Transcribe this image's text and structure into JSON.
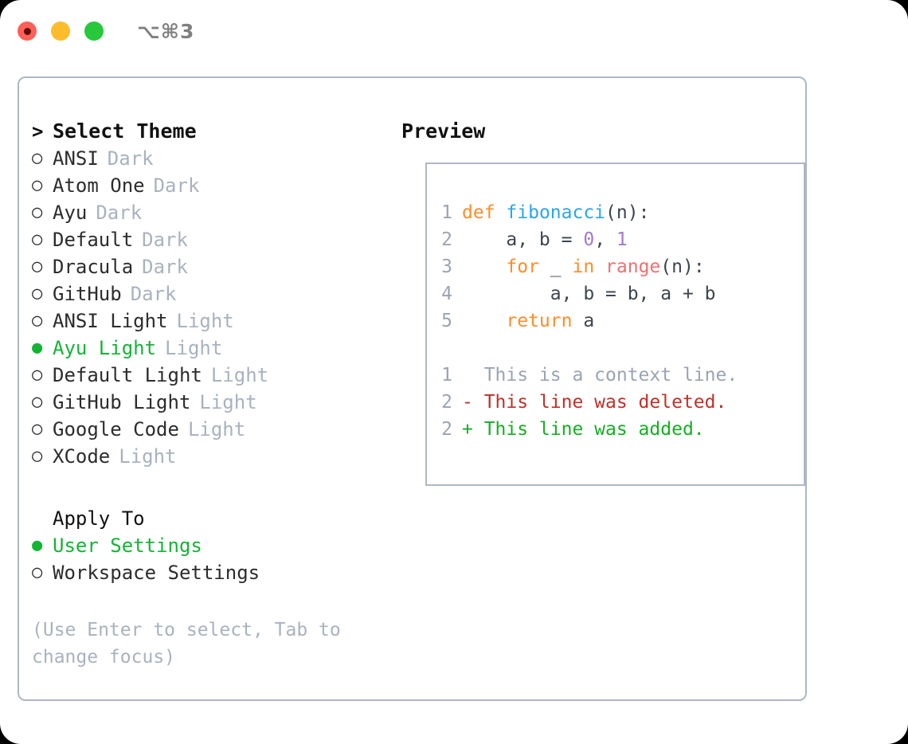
{
  "window": {
    "title_shortcut": "⌥⌘3",
    "traffic_lights": [
      {
        "name": "close",
        "color": "#fd6058"
      },
      {
        "name": "minimize",
        "color": "#fdbc2c"
      },
      {
        "name": "maximize",
        "color": "#28c83c"
      }
    ]
  },
  "theme_picker": {
    "caret": ">",
    "heading": "Select Theme",
    "bullet_selected": "●",
    "bullet_unselected": "○",
    "items": [
      {
        "name": "ANSI",
        "kind": "Dark",
        "selected": false
      },
      {
        "name": "Atom One",
        "kind": "Dark",
        "selected": false
      },
      {
        "name": "Ayu",
        "kind": "Dark",
        "selected": false
      },
      {
        "name": "Default",
        "kind": "Dark",
        "selected": false
      },
      {
        "name": "Dracula",
        "kind": "Dark",
        "selected": false
      },
      {
        "name": "GitHub",
        "kind": "Dark",
        "selected": false
      },
      {
        "name": "ANSI Light",
        "kind": "Light",
        "selected": false
      },
      {
        "name": "Ayu Light",
        "kind": "Light",
        "selected": true
      },
      {
        "name": "Default Light",
        "kind": "Light",
        "selected": false
      },
      {
        "name": "GitHub Light",
        "kind": "Light",
        "selected": false
      },
      {
        "name": "Google Code",
        "kind": "Light",
        "selected": false
      },
      {
        "name": "XCode",
        "kind": "Light",
        "selected": false
      }
    ]
  },
  "apply_to": {
    "heading": "Apply To",
    "items": [
      {
        "name": "User Settings",
        "selected": true
      },
      {
        "name": "Workspace Settings",
        "selected": false
      }
    ]
  },
  "hint": "(Use Enter to select, Tab to change focus)",
  "preview": {
    "title": "Preview",
    "code_lines": [
      {
        "ln": "1",
        "tokens": [
          {
            "t": "def",
            "c": "kw"
          },
          {
            "t": " ",
            "c": "pl"
          },
          {
            "t": "fibonacci",
            "c": "fn"
          },
          {
            "t": "(n):",
            "c": "pl"
          }
        ]
      },
      {
        "ln": "2",
        "tokens": [
          {
            "t": "    a, b = ",
            "c": "pl"
          },
          {
            "t": "0",
            "c": "num"
          },
          {
            "t": ", ",
            "c": "pl"
          },
          {
            "t": "1",
            "c": "num"
          }
        ]
      },
      {
        "ln": "3",
        "tokens": [
          {
            "t": "    ",
            "c": "pl"
          },
          {
            "t": "for",
            "c": "kw"
          },
          {
            "t": " _ ",
            "c": "pl"
          },
          {
            "t": "in",
            "c": "kw"
          },
          {
            "t": " ",
            "c": "pl"
          },
          {
            "t": "range",
            "c": "call"
          },
          {
            "t": "(n):",
            "c": "pl"
          }
        ]
      },
      {
        "ln": "4",
        "tokens": [
          {
            "t": "        a, b = b, a + b",
            "c": "pl"
          }
        ]
      },
      {
        "ln": "5",
        "tokens": [
          {
            "t": "    ",
            "c": "pl"
          },
          {
            "t": "return",
            "c": "kw"
          },
          {
            "t": " a",
            "c": "pl"
          }
        ]
      }
    ],
    "diff_lines": [
      {
        "ln": "1",
        "marker": " ",
        "text": "  This is a context line.",
        "kind": "ctx"
      },
      {
        "ln": "2",
        "marker": "-",
        "text": "- This line was deleted.",
        "kind": "del"
      },
      {
        "ln": "2",
        "marker": "+",
        "text": "+ This line was added.",
        "kind": "add"
      }
    ]
  },
  "colors": {
    "accent_green": "#14b436",
    "muted": "#a9b2bf",
    "border": "#aeb7c4",
    "keyword": "#ff8c28",
    "function": "#2aa5f0",
    "number": "#a37acc",
    "call": "#f07070",
    "diff_delete": "#c03028",
    "diff_add": "#14b020"
  }
}
